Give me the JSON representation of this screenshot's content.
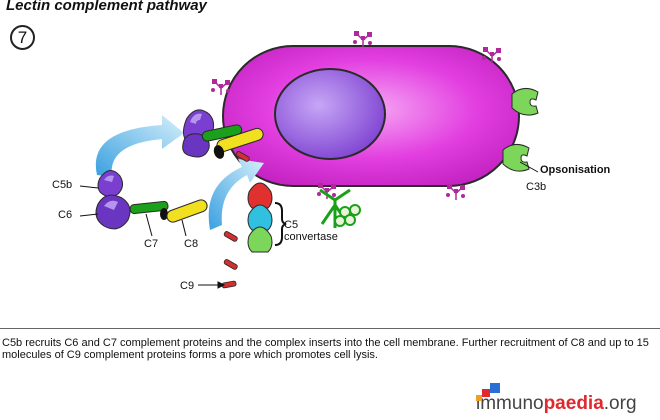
{
  "title": "Lectin complement pathway",
  "step_number": "7",
  "labels": {
    "c5b": "C5b",
    "c6": "C6",
    "c7": "C7",
    "c8": "C8",
    "c9": "C9",
    "c5_convertase": "C5\nconvertase",
    "opsonisation": "Opsonisation",
    "c3b": "C3b"
  },
  "caption": "C5b recruits C6 and C7 complement proteins and the complex inserts into the cell membrane. Further recruitment of C8 and up to 15 molecules of C9 complement proteins forms a pore which promotes cell lysis.",
  "logo": {
    "part1": "immuno",
    "part2": "paedia",
    "part3": ".org"
  },
  "colors": {
    "cell": "#e23ee0",
    "nucleus": "#8a4fd6",
    "c5b_c6": "#7a3fd0",
    "c7": "#1aa01a",
    "c8": "#f0e020",
    "c9": "#d03030",
    "c3b": "#7bd65a",
    "carbohydrate": "#b0289a",
    "arrow": "#8fd0f0"
  }
}
